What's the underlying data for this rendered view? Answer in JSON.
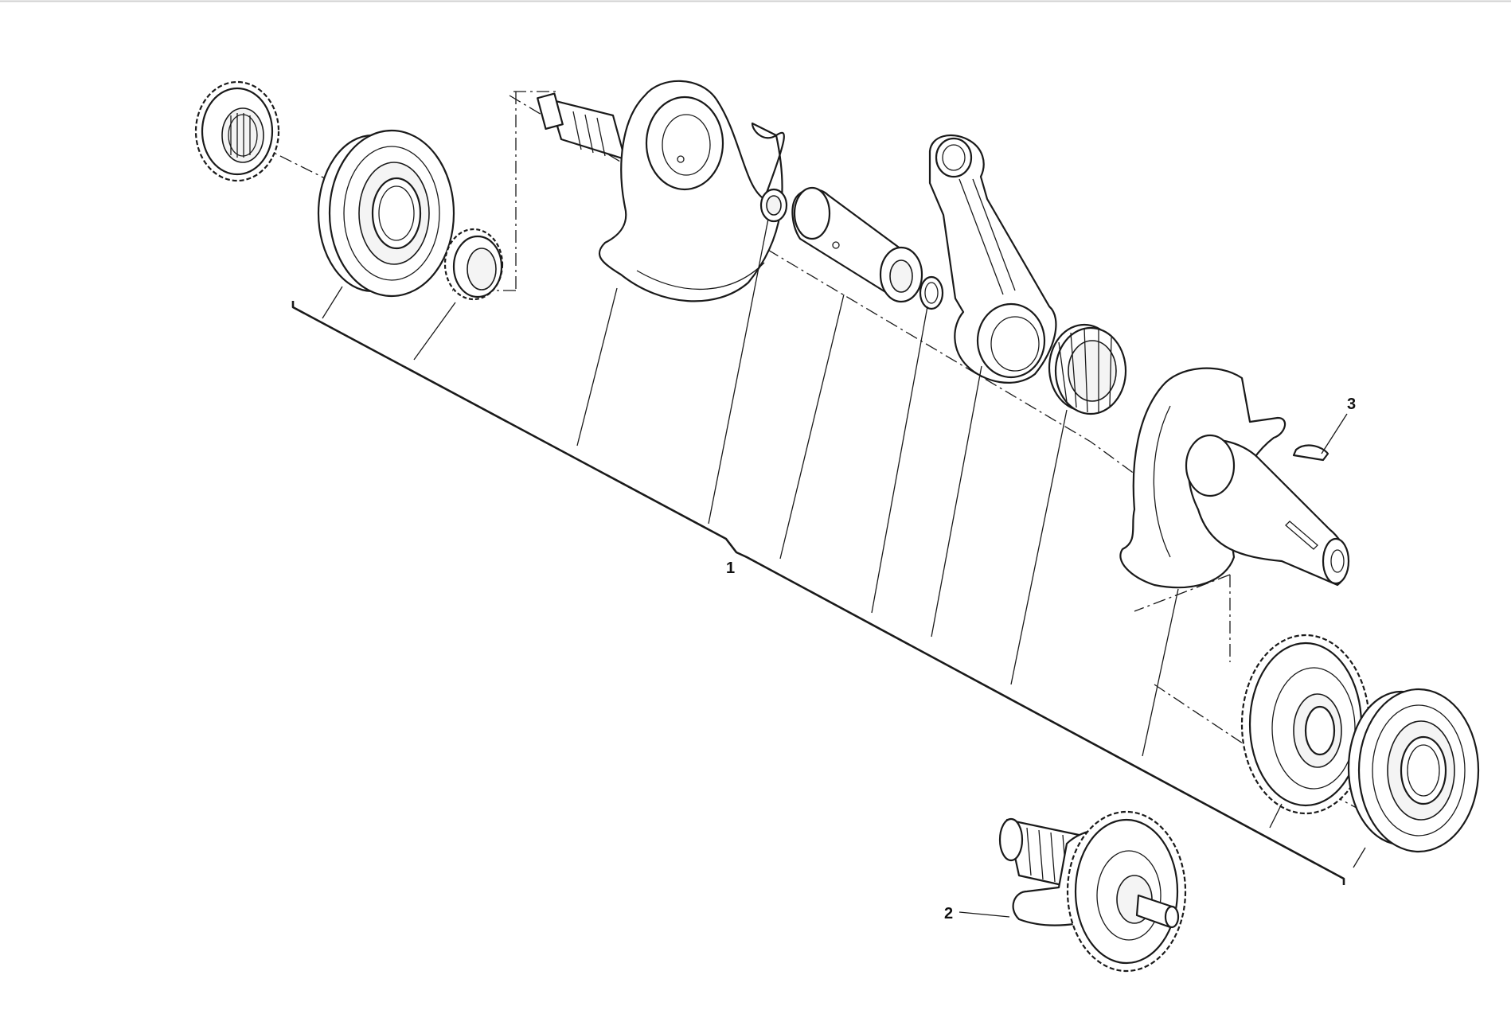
{
  "diagram": {
    "callouts": [
      {
        "id": "callout-1",
        "label": "1"
      },
      {
        "id": "callout-2",
        "label": "2"
      },
      {
        "id": "callout-3",
        "label": "3"
      }
    ]
  },
  "colors": {
    "line": "#1a1a1a",
    "background": "#ffffff"
  }
}
